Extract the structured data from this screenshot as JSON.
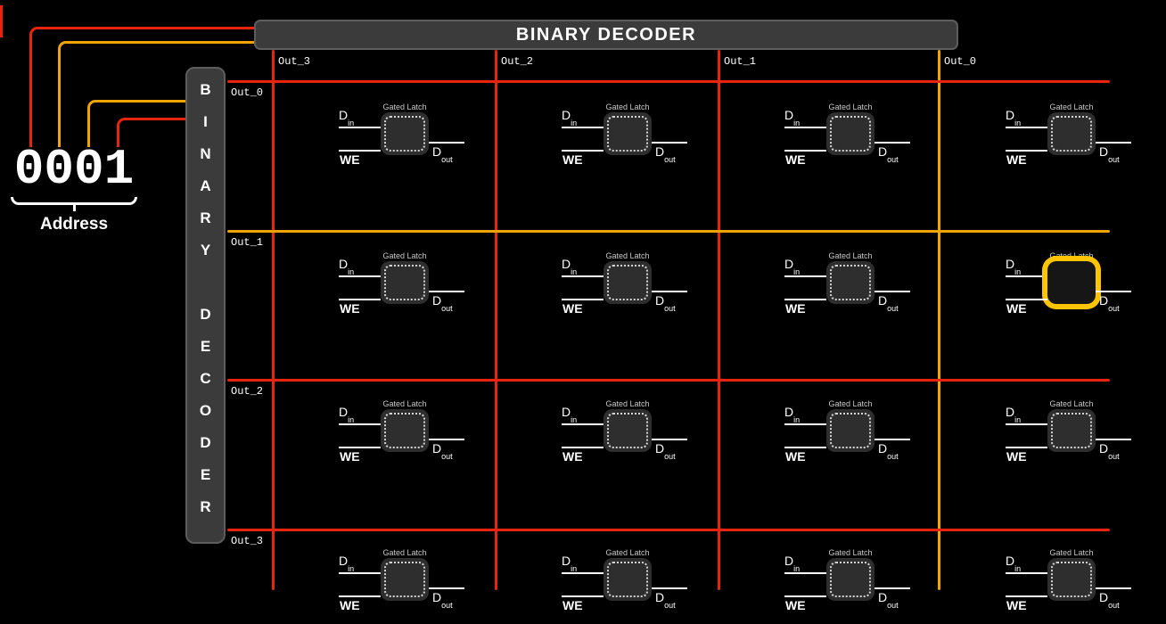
{
  "colors": {
    "wire_red": "#e8250c",
    "wire_orange": "#efa400",
    "highlight": "#ffc400",
    "decoder_bg": "#3b3b3b",
    "latch_bg": "#2e2e2e"
  },
  "top_decoder": {
    "label": "BINARY DECODER"
  },
  "left_decoder": {
    "label": "BINARY DECODER"
  },
  "address": {
    "value": "0001",
    "label": "Address"
  },
  "grid": {
    "column_labels": [
      "Out_3",
      "Out_2",
      "Out_1",
      "Out_0"
    ],
    "row_labels": [
      "Out_0",
      "Out_1",
      "Out_2",
      "Out_3"
    ],
    "selected": {
      "row": 1,
      "col": 3
    },
    "cell": {
      "title": "Gated Latch",
      "din": "D",
      "din_sub": "in",
      "we": "WE",
      "dout": "D",
      "dout_sub": "out"
    }
  }
}
